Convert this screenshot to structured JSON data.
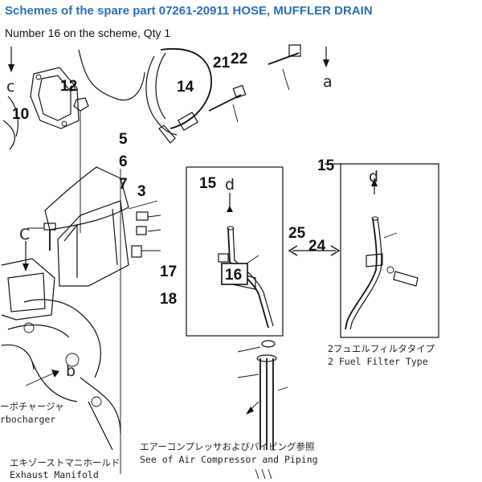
{
  "header": {
    "title": "Schemes of the spare part 07261-20911 HOSE, MUFFLER DRAIN",
    "subtitle": "Number 16 on the scheme, Qty 1"
  },
  "callouts": {
    "n3": "3",
    "n5": "5",
    "n6": "6",
    "n7": "7",
    "n10": "10",
    "n12": "12",
    "n14": "14",
    "n15a": "15",
    "n15b": "15",
    "n16": "16",
    "n17": "17",
    "n18": "18",
    "n21": "21",
    "n22": "22",
    "n24": "24",
    "n25": "25"
  },
  "letters": {
    "a": "a",
    "b": "b",
    "c1": "c",
    "c2": "C",
    "d1": "d",
    "d2": "d"
  },
  "notes": {
    "fuel_filter_jp": "2フュエルフィルタタイプ",
    "fuel_filter_en": "2 Fuel Filter Type",
    "air_comp_jp": "エアーコンプレッサおよびパイピング参照",
    "air_comp_en": "See of Air Compressor and Piping",
    "turbo_jp": "ーボチャージャ",
    "turbo_en": "rbocharger",
    "exhaust_jp": "エキゾーストマニホールド",
    "exhaust_en": "Exhaust Manifold"
  }
}
